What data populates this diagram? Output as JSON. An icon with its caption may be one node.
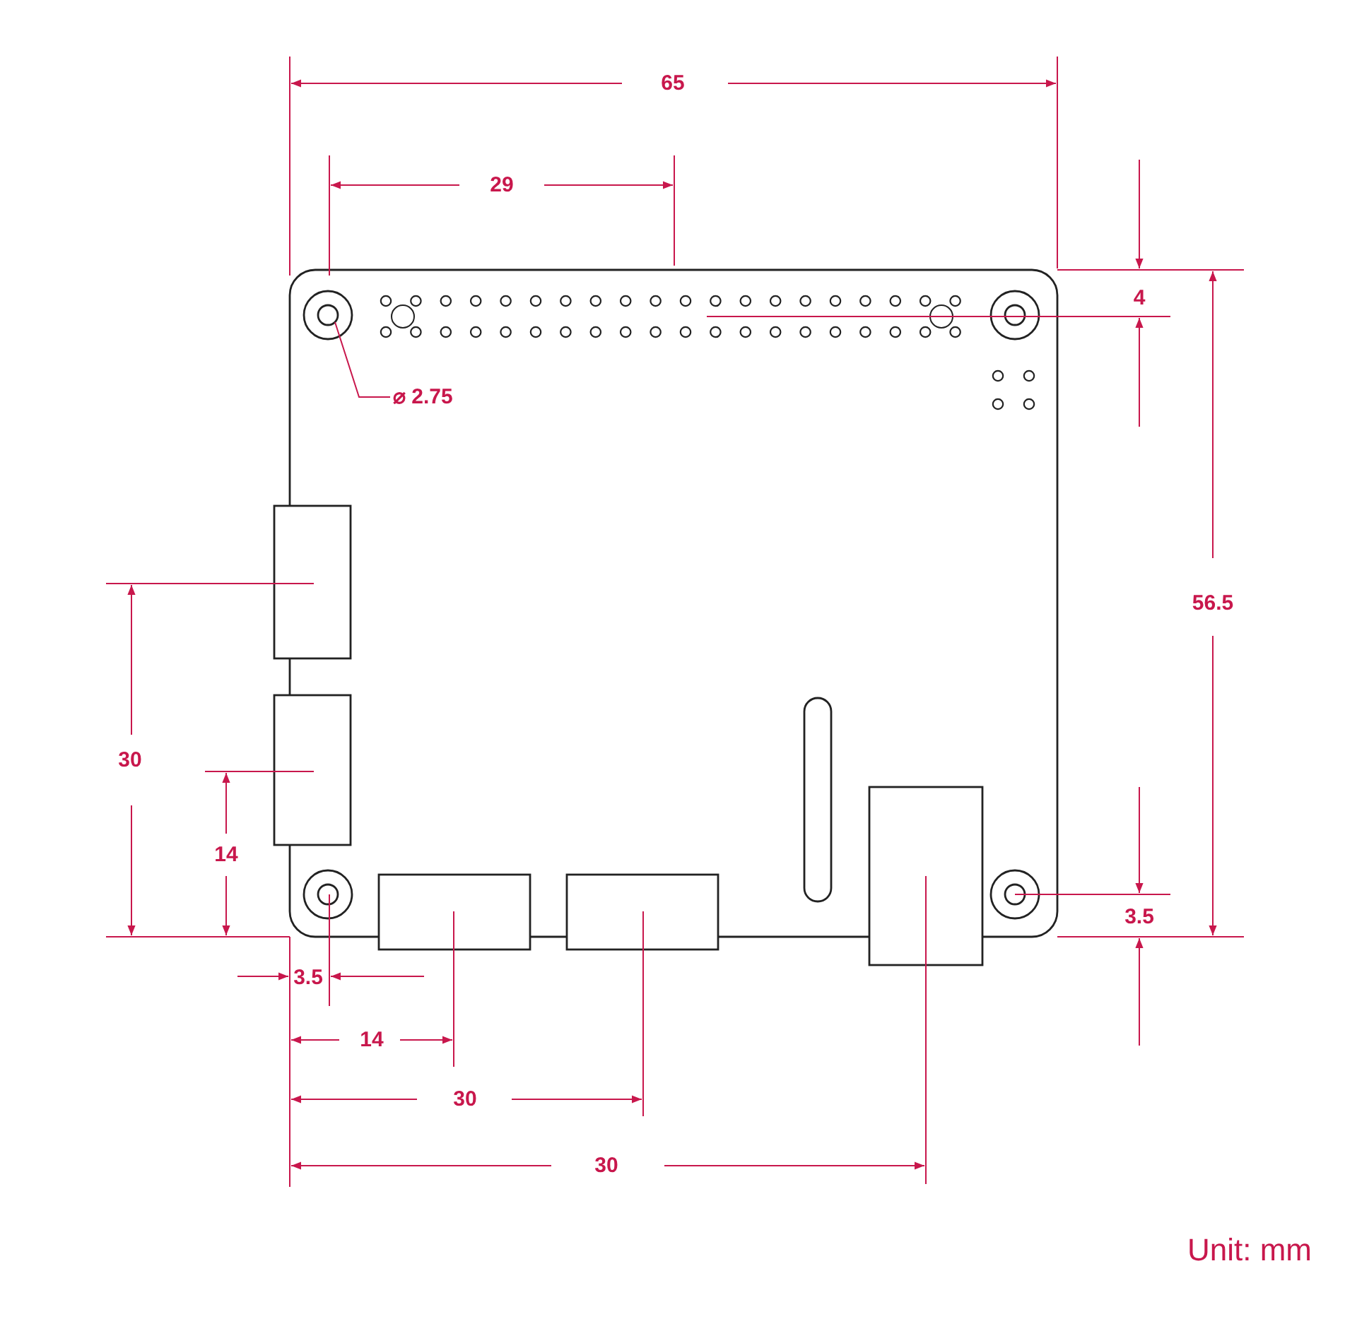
{
  "diagram": {
    "nodes": [
      {
        "text": [
          "⌀ 2.75"
        ]
      },
      {
        "text": [],
        "shape": "circle"
      }
    ],
    "edges": [
      {
        "from": 0,
        "to": 1,
        "arrow": "none"
      }
    ],
    "labels": [
      "65",
      "29",
      "4",
      "56.5",
      "30",
      "14",
      "3.5",
      "3.5",
      "14",
      "30",
      "30",
      "Unit: mm"
    ]
  }
}
